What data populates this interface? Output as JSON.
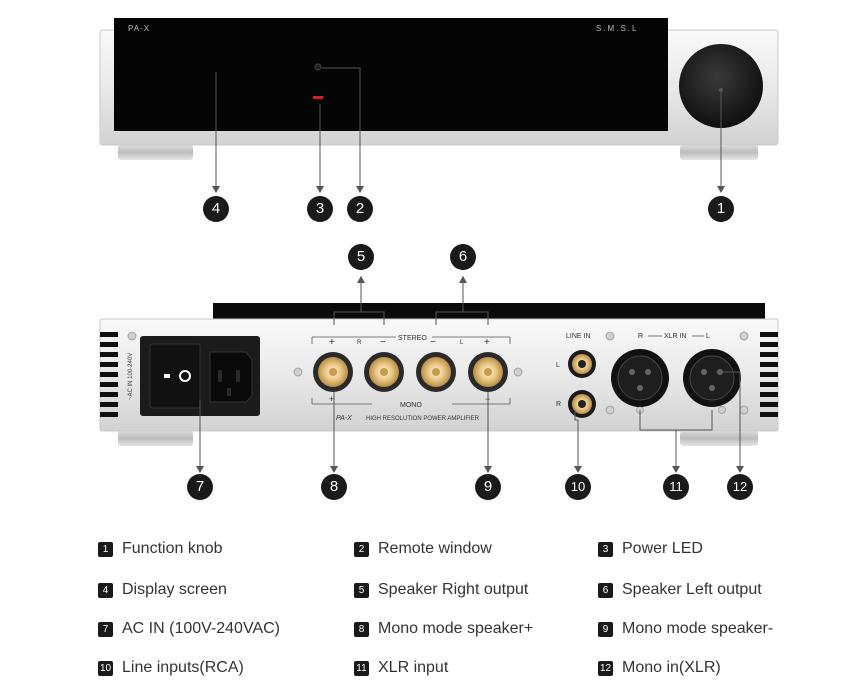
{
  "front": {
    "model_logo": "PA-X",
    "brand_logo": "S.M.S.L"
  },
  "rear": {
    "stereo_label": "STEREO",
    "mono_label": "MONO",
    "product_line": "HIGH RESOLUTION POWER AMPLIFIER",
    "model_logo": "PA-X",
    "line_in_label": "LINE IN",
    "xlr_in_label": "XLR IN",
    "ac_label": "~AC IN 100-240V",
    "r_label": "R",
    "l_label": "L",
    "plus": "+",
    "minus": "−"
  },
  "callouts": [
    "1",
    "2",
    "3",
    "4",
    "5",
    "6",
    "7",
    "8",
    "9",
    "10",
    "11",
    "12"
  ],
  "legend": [
    {
      "num": "1",
      "text": "Function knob"
    },
    {
      "num": "2",
      "text": "Remote window"
    },
    {
      "num": "3",
      "text": "Power LED"
    },
    {
      "num": "4",
      "text": "Display screen"
    },
    {
      "num": "5",
      "text": "Speaker Right output"
    },
    {
      "num": "6",
      "text": "Speaker Left output"
    },
    {
      "num": "7",
      "text": "AC IN (100V-240VAC)"
    },
    {
      "num": "8",
      "text": "Mono mode speaker+"
    },
    {
      "num": "9",
      "text": "Mono mode speaker-"
    },
    {
      "num": "10",
      "text": "Line inputs(RCA)"
    },
    {
      "num": "11",
      "text": "XLR input"
    },
    {
      "num": "12",
      "text": "Mono in(XLR)"
    }
  ]
}
